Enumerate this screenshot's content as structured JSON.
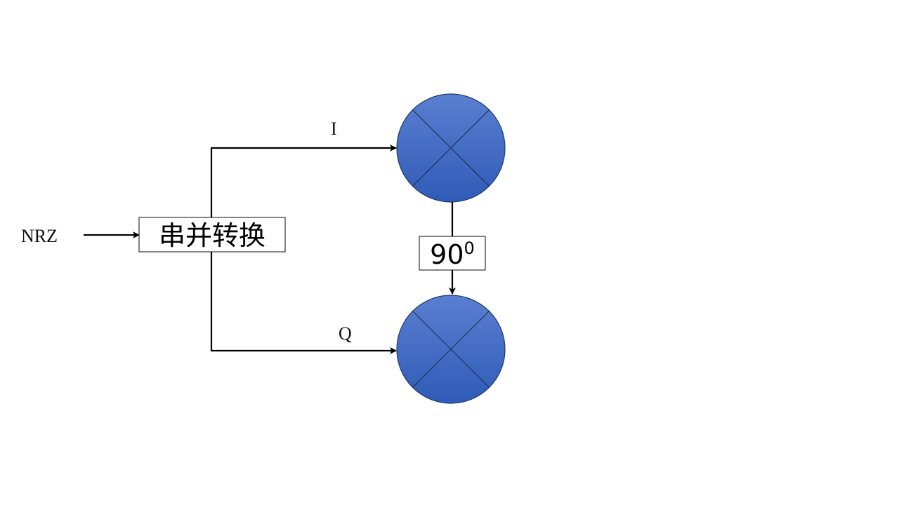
{
  "labels": {
    "input": "NRZ",
    "i_branch": "I",
    "q_branch": "Q"
  },
  "blocks": {
    "serial_to_parallel": "串并转换",
    "phase_shift_base": "90",
    "phase_shift_sup": "0"
  },
  "colors": {
    "mixer_fill_top": "#5a7fd0",
    "mixer_fill_bottom": "#2f5bb7",
    "wire": "#000000"
  },
  "icons": {
    "mixer": "mixer-multiply-icon",
    "arrow": "arrowhead-icon"
  }
}
